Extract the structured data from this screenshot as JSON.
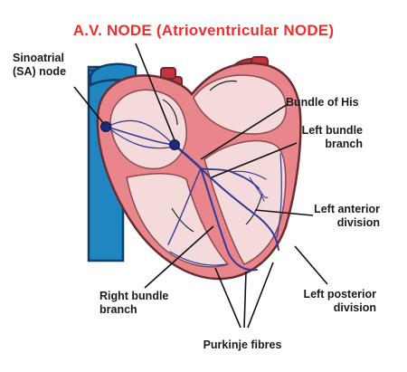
{
  "title": "A.V. NODE (Atrioventricular NODE)",
  "labels": {
    "sa_node": "Sinoatrial\n(SA) node",
    "bundle_of_his": "Bundle of His",
    "left_bundle_branch": "Left bundle\nbranch",
    "left_anterior_division": "Left anterior\ndivision",
    "right_bundle_branch": "Right bundle\nbranch",
    "left_posterior_division": "Left posterior\ndivision",
    "purkinje_fibres": "Purkinje fibres"
  },
  "colors": {
    "title": "#ef2e2e",
    "vena_cava": "#1f86c2",
    "heart_wall": "#e8868c",
    "heart_outline": "#6a2c30",
    "chamber": "#f4dada",
    "conduction": "#2f3a96",
    "arteries": "#c8333b"
  }
}
